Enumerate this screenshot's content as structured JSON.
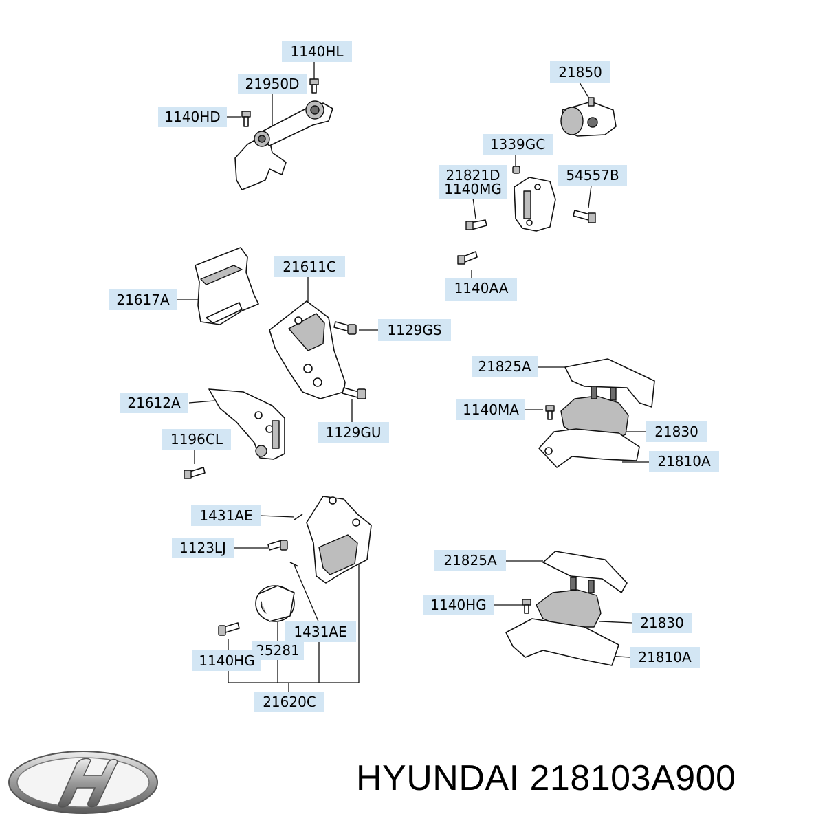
{
  "labels": [
    "1140HL",
    "21950D",
    "1140HD",
    "21850",
    "1339GC",
    "21821D",
    "1140MG",
    "54557B",
    "1140AA",
    "21617A",
    "21611C",
    "1129GS",
    "21825A",
    "21612A",
    "1140MA",
    "21830",
    "1129GU",
    "1196CL",
    "21810A",
    "1431AE",
    "1123LJ",
    "21825A",
    "1140HG",
    "21830",
    "1431AE",
    "25281",
    "21810A",
    "1140HG",
    "21620C"
  ],
  "footer": {
    "brand": "HYUNDAI",
    "part_number": "218103A900"
  },
  "colors": {
    "label_background": "#d3e6f4",
    "ink": "#111111"
  },
  "icons": {
    "logo": "hyundai-logo-icon"
  }
}
